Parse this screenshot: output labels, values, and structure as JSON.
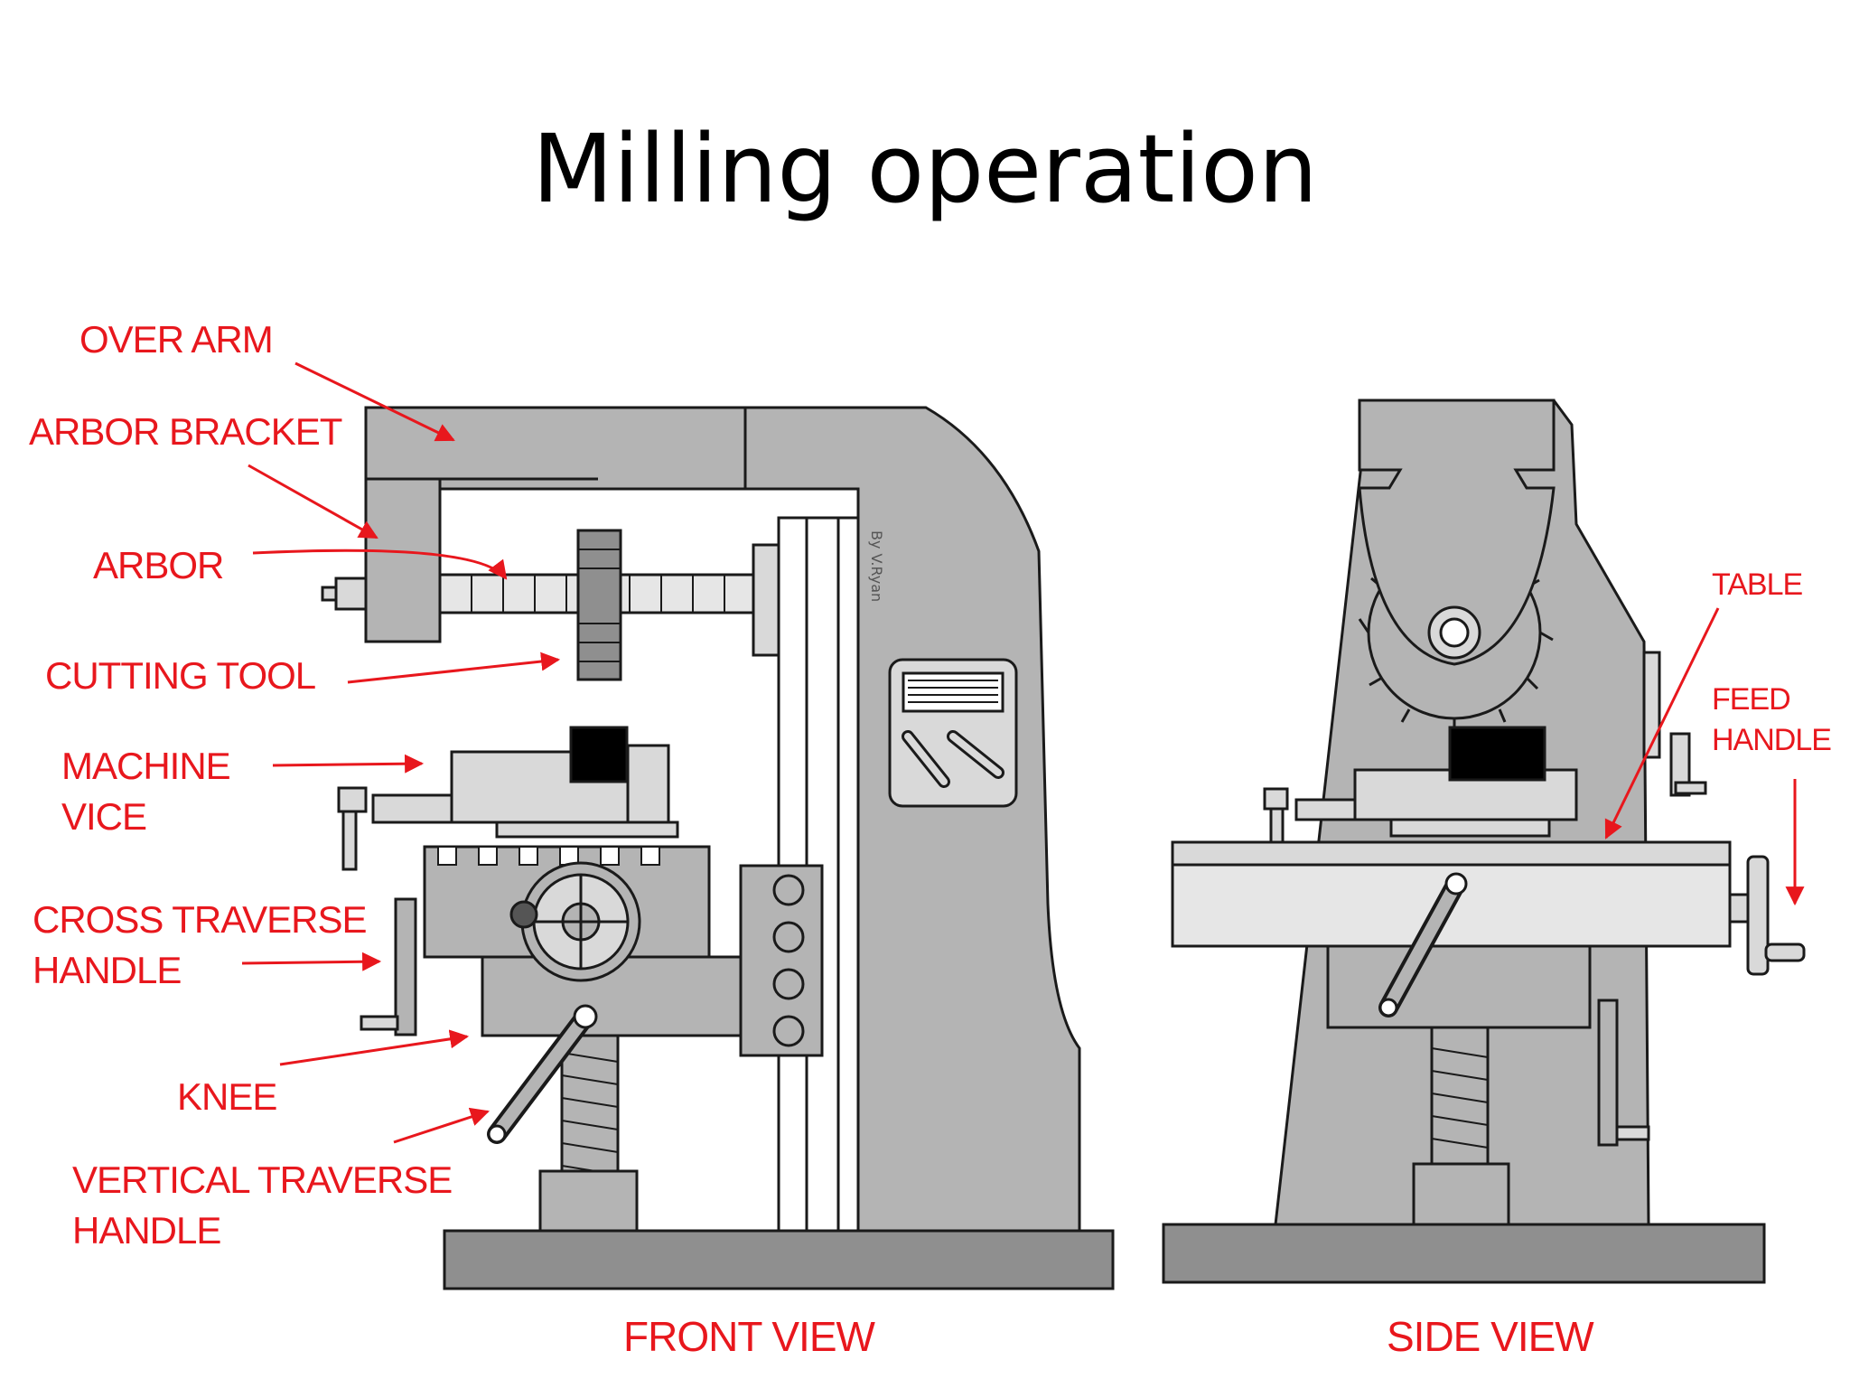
{
  "title": "Milling operation",
  "front_view": {
    "caption": "FRONT VIEW",
    "credit": "By V.Ryan",
    "labels": {
      "over_arm": "OVER ARM",
      "arbor_bracket": "ARBOR BRACKET",
      "arbor": "ARBOR",
      "cutting_tool": "CUTTING TOOL",
      "machine_vice_1": "MACHINE",
      "machine_vice_2": "VICE",
      "cross_traverse_1": "CROSS TRAVERSE",
      "cross_traverse_2": "HANDLE",
      "knee": "KNEE",
      "vertical_traverse_1": "VERTICAL TRAVERSE",
      "vertical_traverse_2": "HANDLE"
    }
  },
  "side_view": {
    "caption": "SIDE VIEW",
    "labels": {
      "table": "TABLE",
      "feed_handle_1": "FEED",
      "feed_handle_2": "HANDLE"
    }
  },
  "colors": {
    "label_red": "#e8171d",
    "machine_grey": "#b4b4b4",
    "dark_grey": "#8f8f8f",
    "light_grey": "#d9d9d9"
  }
}
